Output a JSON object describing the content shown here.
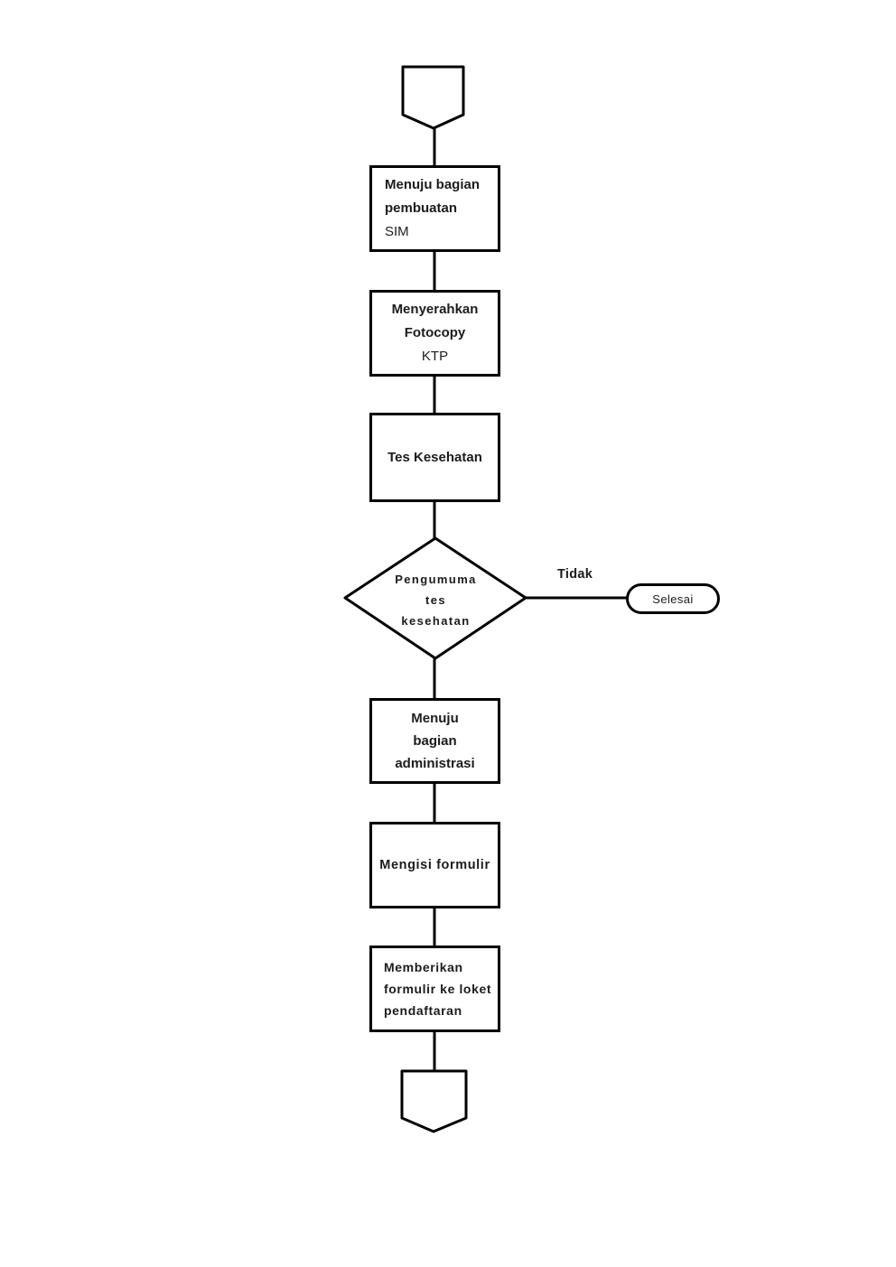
{
  "diagram": {
    "type": "flowchart",
    "background": "#ffffff",
    "stroke_color": "#000000",
    "text_color": "#1c1c1c",
    "connector_top": {
      "shape": "off-page-connector",
      "label": ""
    },
    "connector_bottom": {
      "shape": "off-page-connector",
      "label": ""
    },
    "steps": {
      "menuju_sim": {
        "shape": "process",
        "lines": [
          "Menuju bagian",
          "pembuatan",
          "SIM"
        ]
      },
      "menyerahkan_ktp": {
        "shape": "process",
        "lines": [
          "Menyerahkan",
          "Fotocopy",
          "KTP"
        ]
      },
      "tes_kesehatan": {
        "shape": "process",
        "label": "Tes Kesehatan"
      },
      "pengumuman": {
        "shape": "decision",
        "lines": [
          "Pengumuma",
          "tes",
          "kesehatan"
        ]
      },
      "selesai": {
        "shape": "terminator",
        "label": "Selesai"
      },
      "menuju_administrasi": {
        "shape": "process",
        "lines": [
          "Menuju",
          "bagian",
          "administrasi"
        ]
      },
      "mengisi_formulir": {
        "shape": "process",
        "label": "Mengisi formulir"
      },
      "memberikan_formulir": {
        "shape": "process",
        "lines": [
          "Memberikan",
          "formulir ke loket",
          "pendaftaran"
        ]
      }
    },
    "edges": {
      "decision_no_label": "Tidak"
    }
  }
}
